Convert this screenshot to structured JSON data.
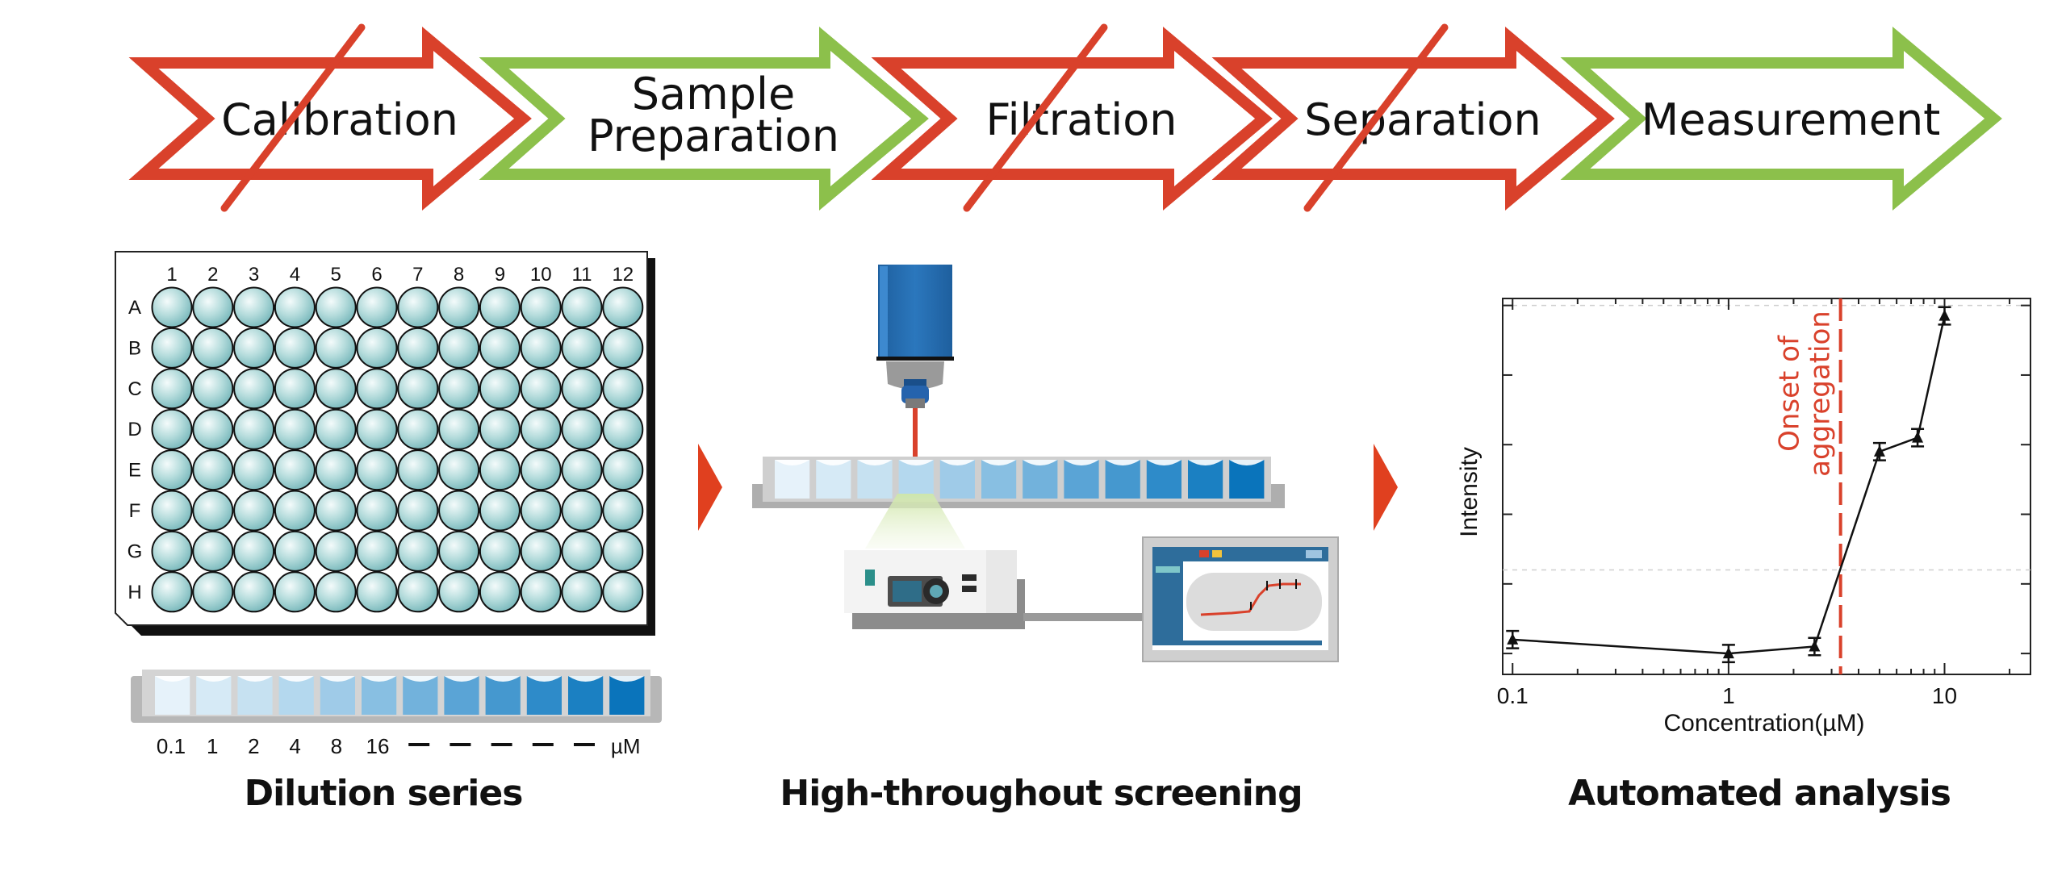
{
  "workflow": {
    "steps": [
      {
        "label": [
          "Calibration"
        ],
        "color": "#d9412b",
        "crossed": true
      },
      {
        "label": [
          "Sample",
          "Preparation"
        ],
        "color": "#8cc04b",
        "crossed": false
      },
      {
        "label": [
          "Filtration"
        ],
        "color": "#d9412b",
        "crossed": true
      },
      {
        "label": [
          "Separation"
        ],
        "color": "#d9412b",
        "crossed": true
      },
      {
        "label": [
          "Measurement"
        ],
        "color": "#8cc04b",
        "crossed": false
      }
    ]
  },
  "plate": {
    "columns": [
      "1",
      "2",
      "3",
      "4",
      "5",
      "6",
      "7",
      "8",
      "9",
      "10",
      "11",
      "12"
    ],
    "rows": [
      "A",
      "B",
      "C",
      "D",
      "E",
      "F",
      "G",
      "H"
    ]
  },
  "dilution": {
    "labels": [
      "0.1",
      "1",
      "2",
      "4",
      "8",
      "16",
      "–",
      "–",
      "–",
      "–",
      "–",
      "µM"
    ],
    "well_colors": [
      "#e6f2fa",
      "#d6eaf6",
      "#c6e1f1",
      "#b4d8ee",
      "#9fcbe8",
      "#88bfe2",
      "#72b2dc",
      "#5aa4d6",
      "#4598cf",
      "#2e8bc9",
      "#1b80c2",
      "#0a74bb"
    ]
  },
  "screening": {
    "well_colors": [
      "#e6f2fa",
      "#d6eaf6",
      "#c6e1f1",
      "#b4d8ee",
      "#9fcbe8",
      "#88bfe2",
      "#72b2dc",
      "#5aa4d6",
      "#4598cf",
      "#2e8bc9",
      "#1b80c2",
      "#0a74bb"
    ]
  },
  "chart_data": {
    "type": "line",
    "x": [
      0.1,
      1,
      2.5,
      5,
      7.5,
      10
    ],
    "y": [
      0.04,
      0.0,
      0.02,
      0.58,
      0.62,
      0.97
    ],
    "yerr": [
      0.05,
      0.05,
      0.05,
      0.05,
      0.05,
      0.05
    ],
    "xscale": "log",
    "xlim": [
      0.09,
      25
    ],
    "ylim": [
      -0.06,
      1.02
    ],
    "xticks": [
      0.1,
      1,
      10
    ],
    "xtick_labels": [
      "0.1",
      "1",
      "10"
    ],
    "xlabel": "Concentration(µM)",
    "ylabel": "Intensity",
    "annotation": {
      "text": [
        "Onset of",
        "aggregation"
      ],
      "x": 3.3,
      "color": "#d9412b"
    },
    "marker": "triangle",
    "grid": "dashed horizontal"
  },
  "arrows": {
    "color": "#e0401f"
  },
  "captions": {
    "dilution": "Dilution series",
    "screening": "High-throughout screening",
    "analysis": "Automated analysis"
  }
}
